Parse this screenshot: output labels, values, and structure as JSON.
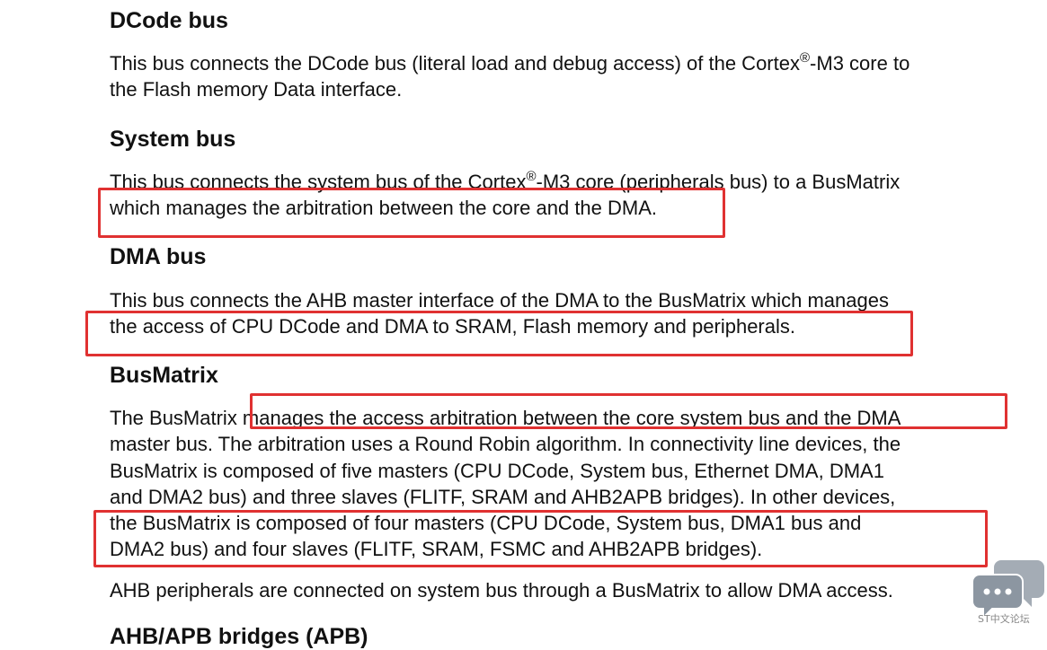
{
  "sections": {
    "dcode": {
      "heading": "DCode bus",
      "line1_a": "This bus connects the DCode bus (literal load and debug access) of the Cortex",
      "reg": "®",
      "line1_b": "-M3 core to",
      "line2": "the Flash memory Data interface."
    },
    "system": {
      "heading": "System bus",
      "line1_a": "This bus connects the system bus of the Cortex",
      "reg": "®",
      "line1_b": "-M3 core (peripherals bus) to a BusMatrix",
      "line2": "which manages the arbitration between the core and the DMA."
    },
    "dma": {
      "heading": "DMA bus",
      "line1": "This bus connects the AHB master interface of the DMA to the BusMatrix which manages",
      "line2": "the access of CPU DCode and DMA to SRAM, Flash memory and peripherals."
    },
    "busmatrix": {
      "heading": "BusMatrix",
      "lines": [
        "The BusMatrix manages the access arbitration between the core system bus and the DMA",
        "master bus. The arbitration uses a Round Robin algorithm. In connectivity line devices, the",
        "BusMatrix is composed of five masters (CPU DCode, System bus, Ethernet DMA, DMA1",
        "and DMA2 bus) and three slaves (FLITF, SRAM and AHB2APB bridges). In other devices,",
        "the BusMatrix is composed of four masters (CPU DCode, System bus, DMA1 bus and",
        "DMA2 bus) and four slaves (FLITF, SRAM, FSMC and AHB2APB bridges)."
      ],
      "ahb_note": "AHB peripherals are connected on system bus through a BusMatrix to allow DMA access."
    },
    "next_heading": "AHB/APB bridges (APB)"
  },
  "watermark": {
    "text": "ST中文论坛",
    "icon": "chat-bubbles-icon"
  },
  "colors": {
    "text": "#111111",
    "highlight_box": "#e03131",
    "watermark": "#9aa3ad"
  }
}
